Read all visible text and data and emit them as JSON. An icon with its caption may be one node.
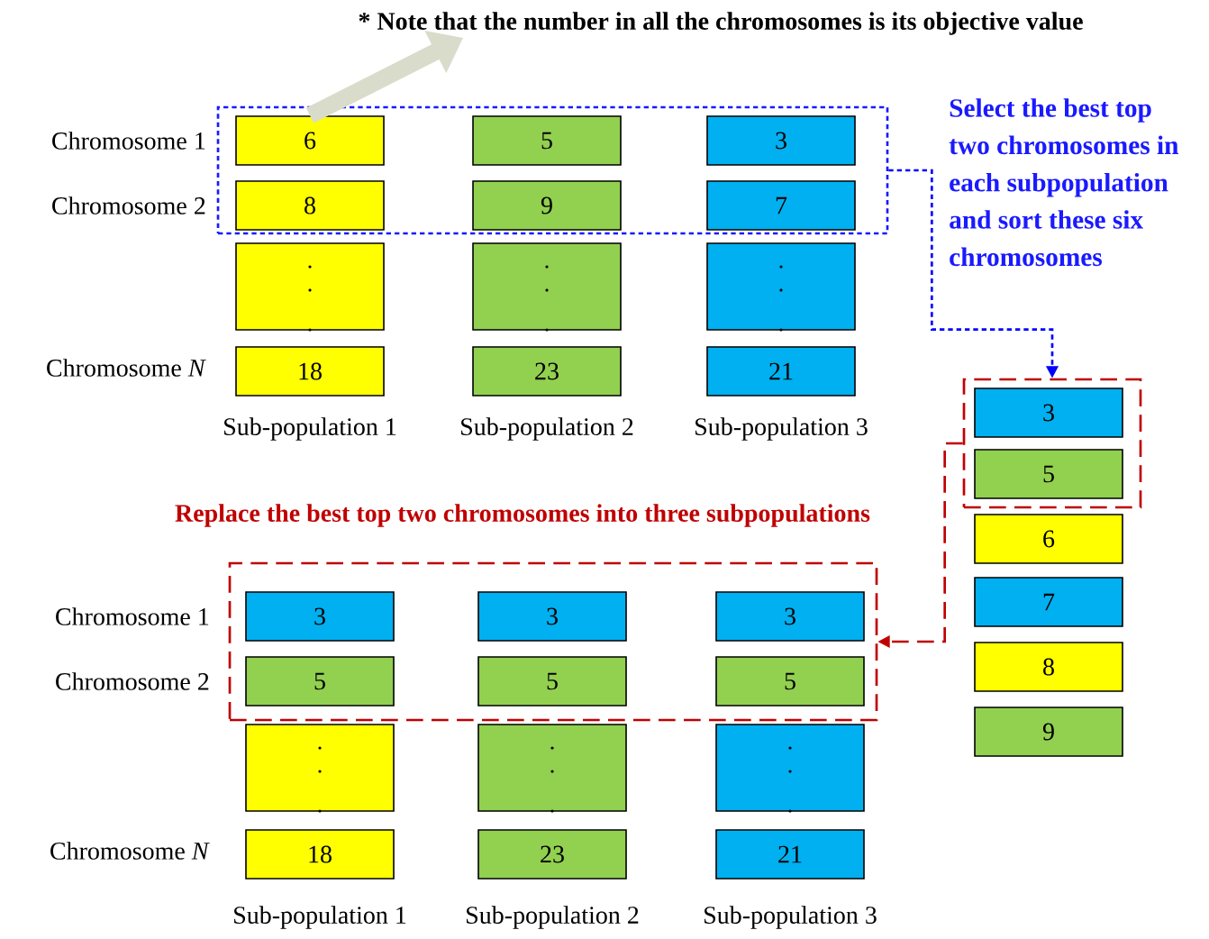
{
  "diagram": {
    "nodes": [
      {
        "text": [
          "* Note that the number in all the chromosomes is its objective value"
        ]
      },
      {
        "text": [],
        "shape": "box"
      },
      {
        "text": [
          "6"
        ],
        "in": 1
      },
      {
        "text": [
          "5"
        ],
        "in": 1
      },
      {
        "text": [
          "3"
        ],
        "in": 1
      },
      {
        "text": [
          "8"
        ],
        "in": 1
      },
      {
        "text": [
          "9"
        ],
        "in": 1
      },
      {
        "text": [
          "7"
        ],
        "in": 1
      },
      {
        "text": [],
        "shape": "box"
      },
      {
        "text": [],
        "shape": "box"
      },
      {
        "text": [],
        "shape": "box"
      },
      {
        "text": [
          "18"
        ]
      },
      {
        "text": [
          "23"
        ]
      },
      {
        "text": [
          "21"
        ]
      },
      {
        "text": [],
        "shape": "box"
      },
      {
        "text": [
          "3"
        ],
        "in": 14
      },
      {
        "text": [
          "5"
        ],
        "in": 14
      },
      {
        "text": [
          "6"
        ]
      },
      {
        "text": [
          "7"
        ]
      },
      {
        "text": [
          "8"
        ]
      },
      {
        "text": [
          "9"
        ]
      },
      {
        "text": [],
        "shape": "box"
      },
      {
        "text": [
          "3"
        ],
        "in": 21
      },
      {
        "text": [
          "3"
        ],
        "in": 21
      },
      {
        "text": [
          "3"
        ],
        "in": 21
      },
      {
        "text": [
          "5"
        ],
        "in": 21
      },
      {
        "text": [
          "5"
        ],
        "in": 21
      },
      {
        "text": [
          "5"
        ],
        "in": 21
      },
      {
        "text": [],
        "shape": "box"
      },
      {
        "text": [],
        "shape": "box"
      },
      {
        "text": [],
        "shape": "box"
      },
      {
        "text": [
          "18"
        ]
      },
      {
        "text": [
          "23"
        ]
      },
      {
        "text": [
          "21"
        ]
      }
    ],
    "edges": [
      {
        "from": 2,
        "to": 0,
        "arrow": "to",
        "style": "thick",
        "color": "#d9dccb"
      },
      {
        "from": 1,
        "to": 14,
        "arrow": "to",
        "style": "dashed",
        "color": "#0000ff"
      },
      {
        "from": 14,
        "to": 21,
        "arrow": "to",
        "style": "dashed",
        "color": "#c00000"
      }
    ],
    "labels": [
      "Chromosome 1",
      "Select the best top two chromosomes in each subpopulation and sort these six chromosomes",
      "Chromosome 2",
      "Chromosome *N*",
      "Sub-population 1",
      "Sub-population 2",
      "Sub-population 3",
      "Replace the best top two chromosomes into three subpopulations",
      "Chromosome 1",
      "Chromosome 2",
      "Chromosome *N*",
      "Sub-population 1",
      "Sub-population 2",
      "Sub-population 3"
    ]
  }
}
